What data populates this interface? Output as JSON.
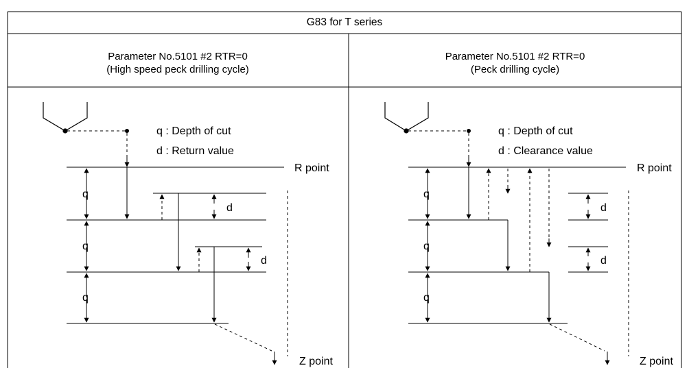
{
  "header": {
    "title": "G83 for T series"
  },
  "left": {
    "param": "Parameter No.5101 #2 RTR=0",
    "subtitle": "(High speed peck drilling cycle)",
    "legend_q": "q : Depth of cut",
    "legend_d": "d : Return value"
  },
  "right": {
    "param": "Parameter No.5101 #2 RTR=0",
    "subtitle": "(Peck drilling cycle)",
    "legend_q": "q : Depth of cut",
    "legend_d": "d : Clearance value"
  },
  "labels": {
    "r_point": "R point",
    "z_point": "Z point",
    "q": "q",
    "d": "d"
  }
}
